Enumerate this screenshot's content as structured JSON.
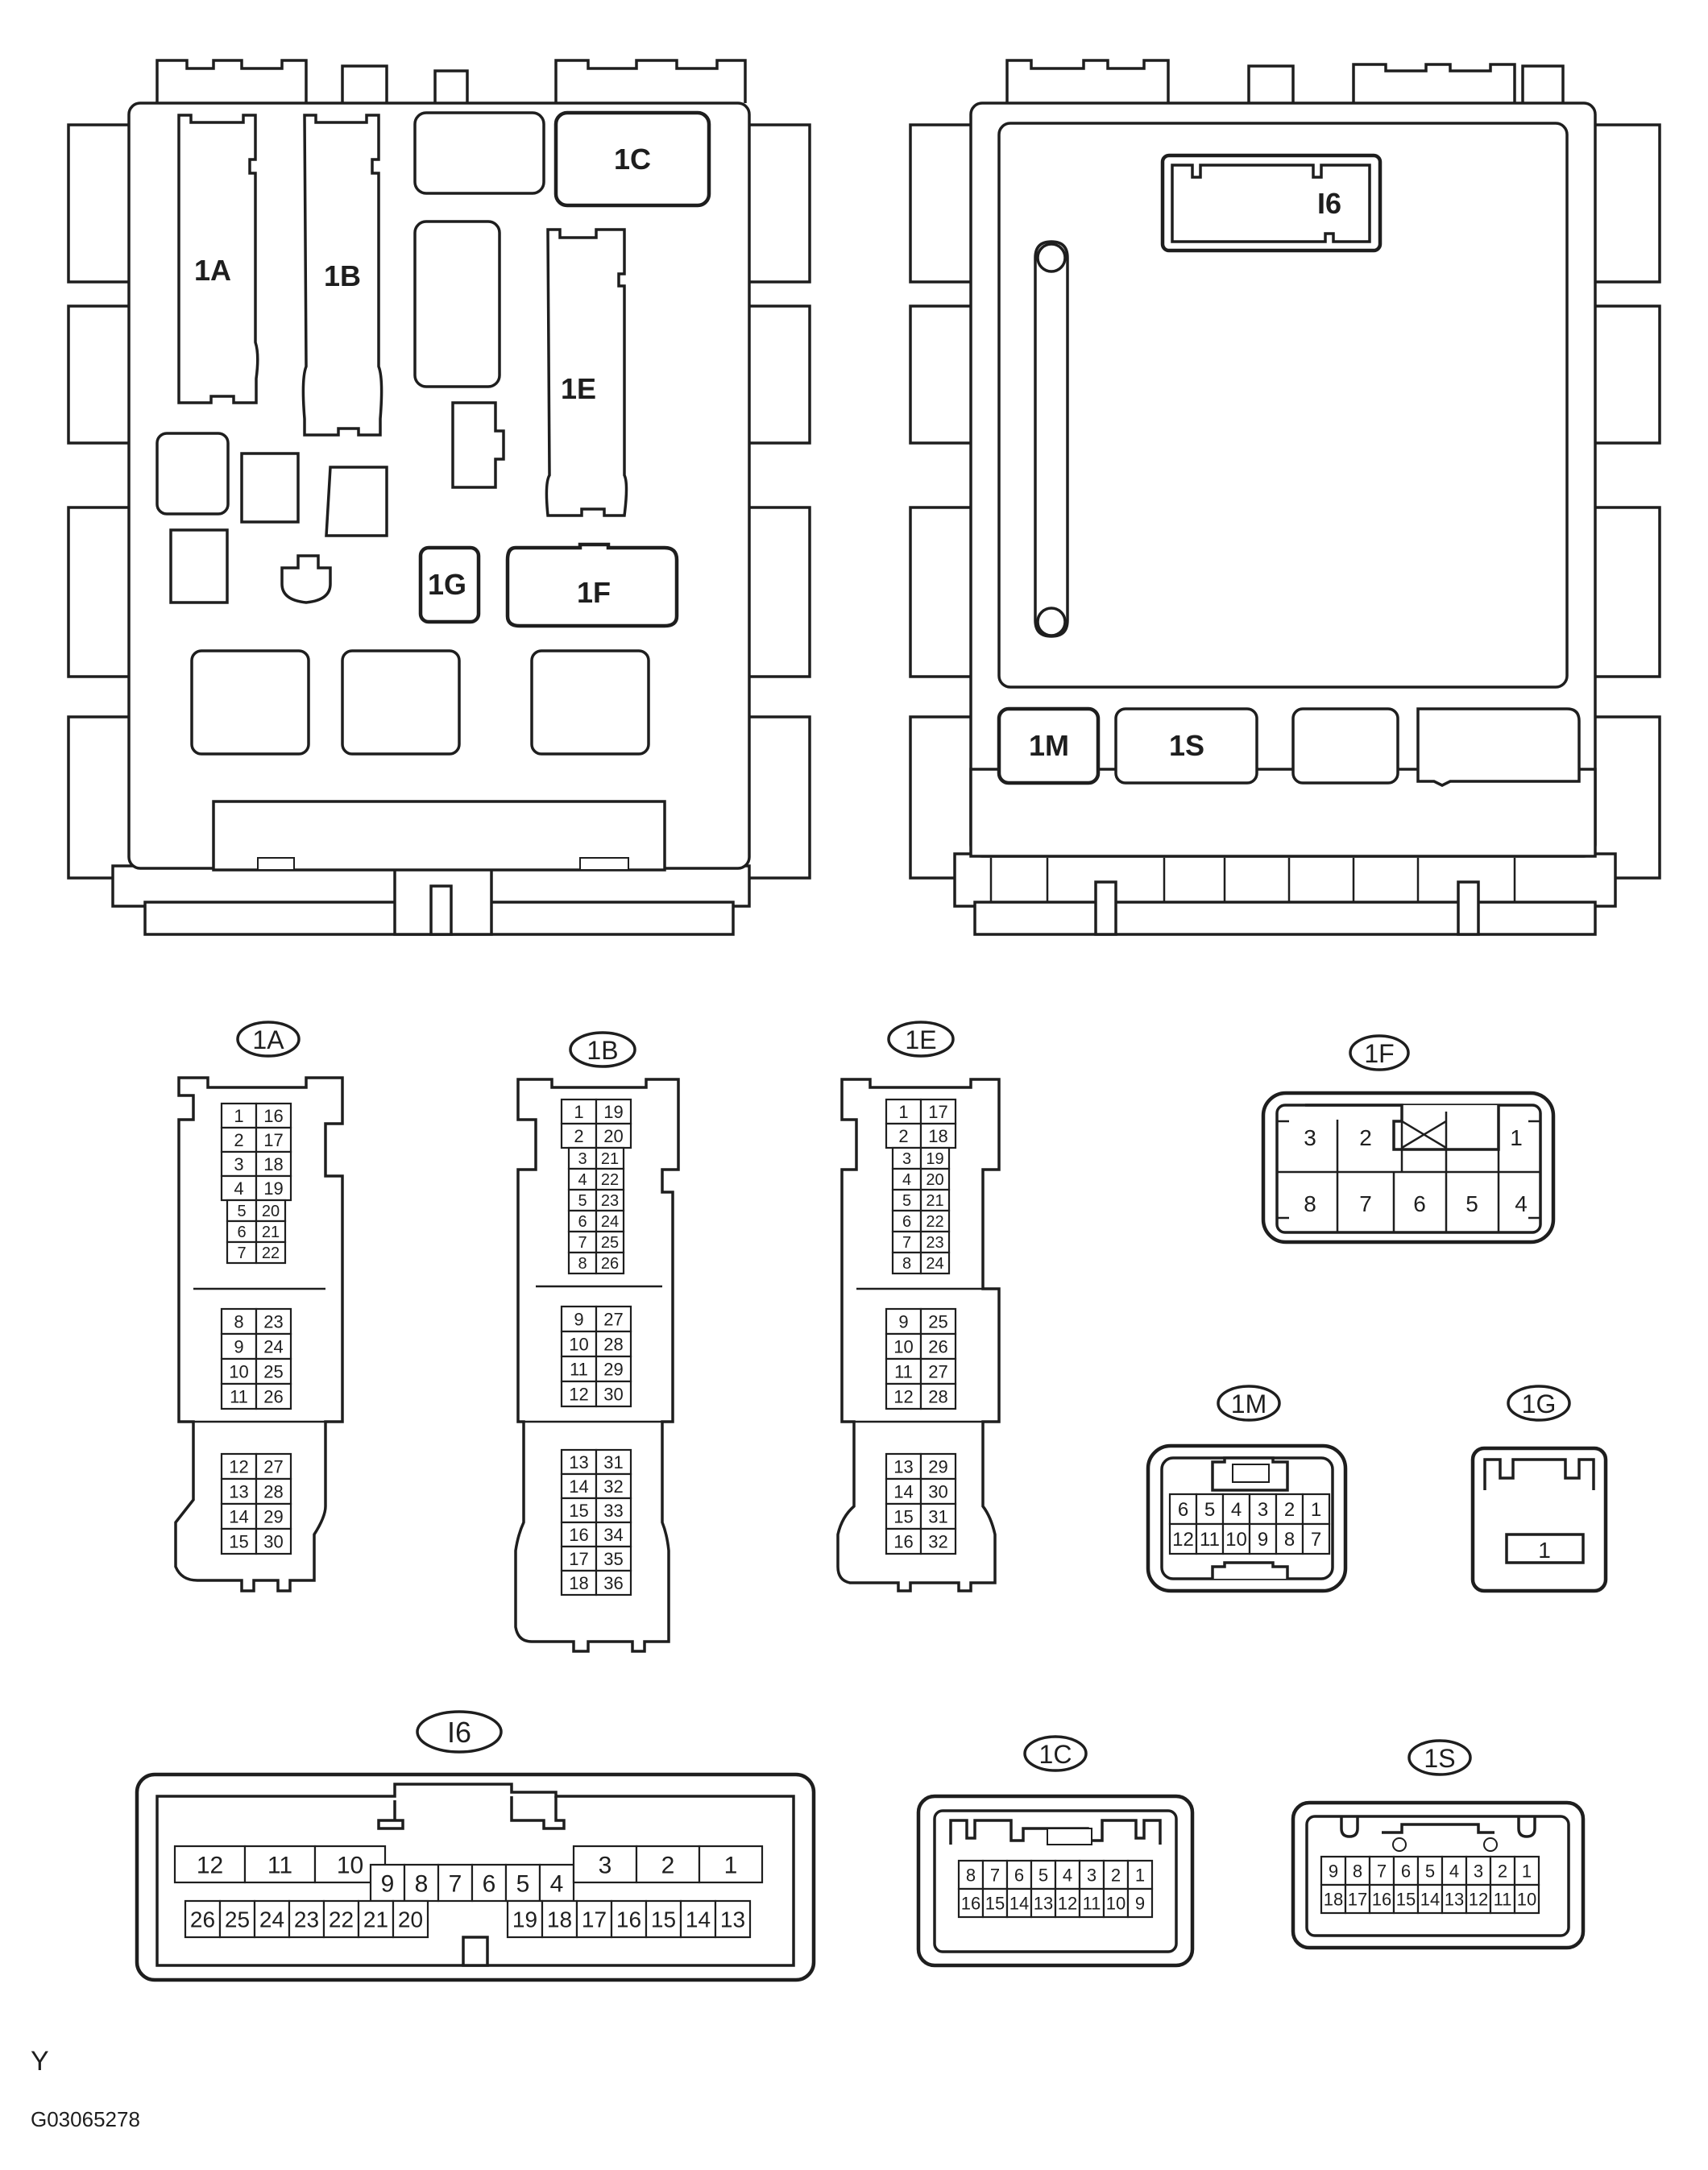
{
  "top_views": {
    "left_box_labels": {
      "c1A": "1A",
      "c1B": "1B",
      "c1C": "1C",
      "c1E": "1E",
      "c1F": "1F",
      "c1G": "1G"
    },
    "right_box_labels": {
      "cI6": "I6",
      "c1M": "1M",
      "c1S": "1S"
    }
  },
  "connectors": {
    "c1A": {
      "title": "1A",
      "rows": [
        [
          "1",
          "16"
        ],
        [
          "2",
          "17"
        ],
        [
          "3",
          "18"
        ],
        [
          "4",
          "19"
        ],
        [
          "5",
          "20"
        ],
        [
          "6",
          "21"
        ],
        [
          "7",
          "22"
        ],
        [
          "8",
          "23"
        ],
        [
          "9",
          "24"
        ],
        [
          "10",
          "25"
        ],
        [
          "11",
          "26"
        ],
        [
          "12",
          "27"
        ],
        [
          "13",
          "28"
        ],
        [
          "14",
          "29"
        ],
        [
          "15",
          "30"
        ]
      ]
    },
    "c1B": {
      "title": "1B",
      "rows": [
        [
          "1",
          "19"
        ],
        [
          "2",
          "20"
        ],
        [
          "3",
          "21"
        ],
        [
          "4",
          "22"
        ],
        [
          "5",
          "23"
        ],
        [
          "6",
          "24"
        ],
        [
          "7",
          "25"
        ],
        [
          "8",
          "26"
        ],
        [
          "9",
          "27"
        ],
        [
          "10",
          "28"
        ],
        [
          "11",
          "29"
        ],
        [
          "12",
          "30"
        ],
        [
          "13",
          "31"
        ],
        [
          "14",
          "32"
        ],
        [
          "15",
          "33"
        ],
        [
          "16",
          "34"
        ],
        [
          "17",
          "35"
        ],
        [
          "18",
          "36"
        ]
      ]
    },
    "c1E": {
      "title": "1E",
      "rows": [
        [
          "1",
          "17"
        ],
        [
          "2",
          "18"
        ],
        [
          "3",
          "19"
        ],
        [
          "4",
          "20"
        ],
        [
          "5",
          "21"
        ],
        [
          "6",
          "22"
        ],
        [
          "7",
          "23"
        ],
        [
          "8",
          "24"
        ],
        [
          "9",
          "25"
        ],
        [
          "10",
          "26"
        ],
        [
          "11",
          "27"
        ],
        [
          "12",
          "28"
        ],
        [
          "13",
          "29"
        ],
        [
          "14",
          "30"
        ],
        [
          "15",
          "31"
        ],
        [
          "16",
          "32"
        ]
      ]
    },
    "c1F": {
      "title": "1F",
      "top_row": [
        "3",
        "2",
        "",
        "1"
      ],
      "bottom_row": [
        "8",
        "7",
        "6",
        "5",
        "4"
      ]
    },
    "c1M": {
      "title": "1M",
      "top_row": [
        "6",
        "5",
        "4",
        "3",
        "2",
        "1"
      ],
      "bottom_row": [
        "12",
        "11",
        "10",
        "9",
        "8",
        "7"
      ]
    },
    "c1G": {
      "title": "1G",
      "pins": [
        "1"
      ]
    },
    "cI6": {
      "title": "I6",
      "top_left": [
        "12",
        "11",
        "10"
      ],
      "top_middle": [
        "9",
        "8",
        "7",
        "6",
        "5",
        "4"
      ],
      "top_right": [
        "3",
        "2",
        "1"
      ],
      "bottom_left": [
        "26",
        "25",
        "24",
        "23",
        "22",
        "21",
        "20"
      ],
      "bottom_right": [
        "19",
        "18",
        "17",
        "16",
        "15",
        "14",
        "13"
      ]
    },
    "c1C": {
      "title": "1C",
      "top_row": [
        "8",
        "7",
        "6",
        "5",
        "4",
        "3",
        "2",
        "1"
      ],
      "bottom_row": [
        "16",
        "15",
        "14",
        "13",
        "12",
        "11",
        "10",
        "9"
      ]
    },
    "c1S": {
      "title": "1S",
      "top_row": [
        "9",
        "8",
        "7",
        "6",
        "5",
        "4",
        "3",
        "2",
        "1"
      ],
      "bottom_row": [
        "18",
        "17",
        "16",
        "15",
        "14",
        "13",
        "12",
        "11",
        "10"
      ]
    }
  },
  "footer": {
    "mark": "Y",
    "figure_code": "G03065278"
  }
}
